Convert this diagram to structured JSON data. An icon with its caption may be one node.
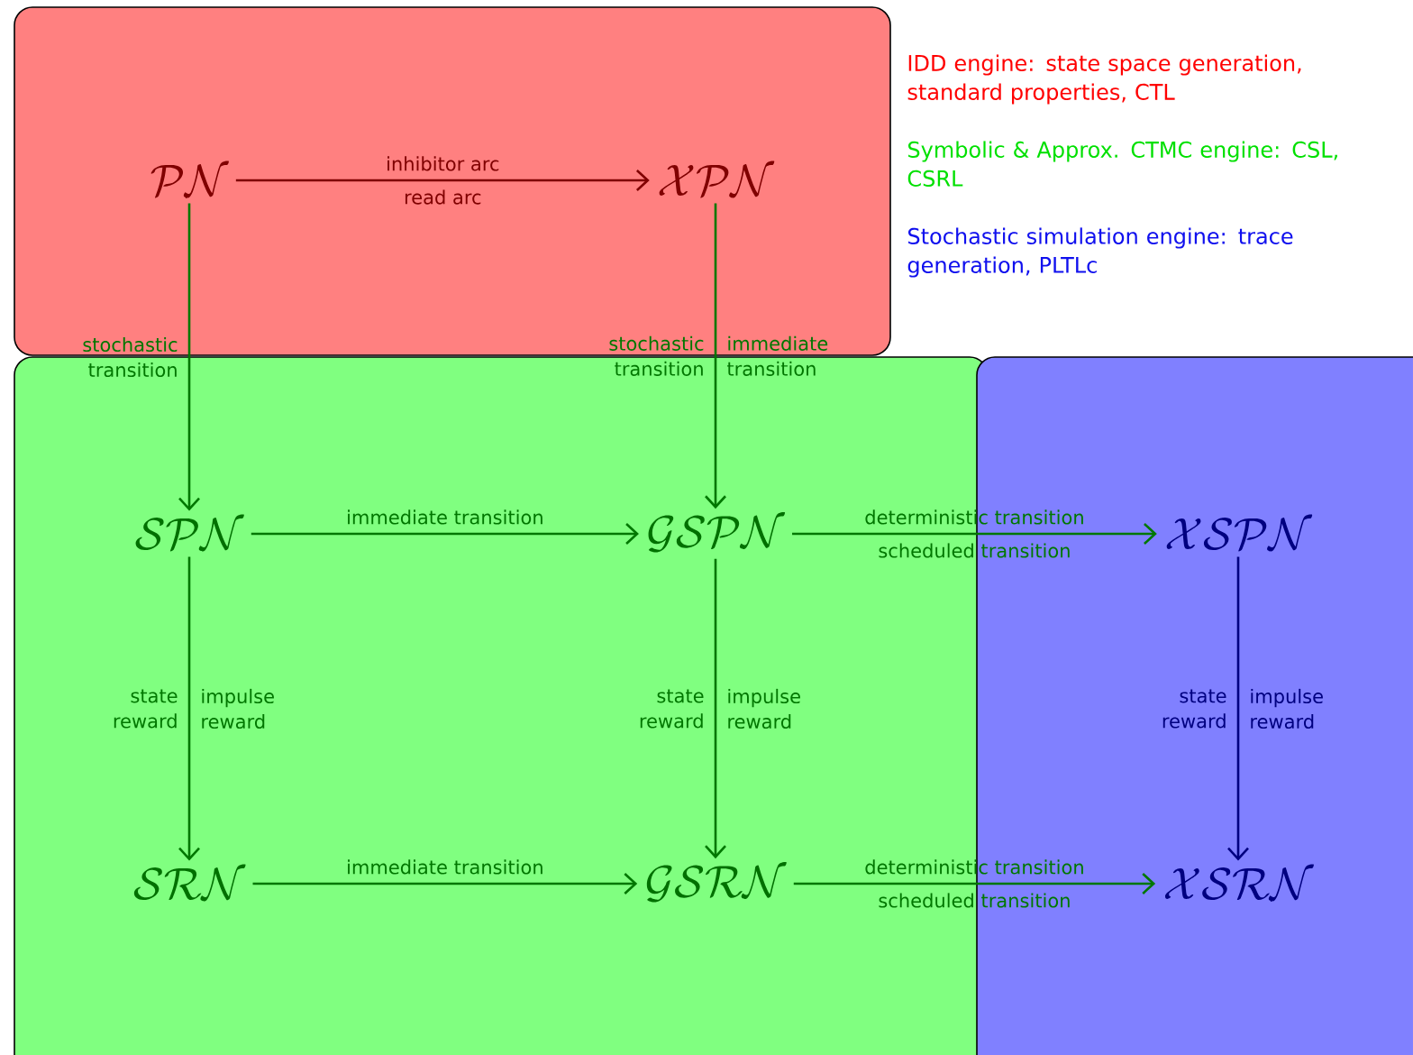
{
  "diagram": {
    "nodes": [
      {
        "text": [],
        "shape": "box"
      },
      {
        "text": [],
        "shape": "box"
      },
      {
        "text": [],
        "shape": "box"
      },
      {
        "text": [
          "\\mathcal{PN}"
        ],
        "in": 0
      },
      {
        "text": [
          "\\mathcal{XPN}"
        ],
        "in": 0
      },
      {
        "text": [
          "\\mathcal{SPN}"
        ],
        "in": 1
      },
      {
        "text": [
          "\\mathcal{GSPN}"
        ],
        "in": 1
      },
      {
        "text": [
          "\\mathcal{XSPN}"
        ],
        "in": 2
      },
      {
        "text": [
          "\\mathcal{SRN}"
        ],
        "in": 1
      },
      {
        "text": [
          "\\mathcal{GSRN}"
        ],
        "in": 1
      },
      {
        "text": [
          "\\mathcal{XSRN}"
        ],
        "in": 2
      }
    ],
    "edges": [
      {
        "from": 3,
        "to": 4,
        "arrow": "to",
        "label": "inhibitor arc",
        "color": "#800000"
      },
      {
        "from": 3,
        "to": 5,
        "arrow": "to",
        "label": "stochastic transition"
      },
      {
        "from": 4,
        "to": 6,
        "arrow": "to",
        "label": "stochastic transition"
      },
      {
        "from": 5,
        "to": 6,
        "arrow": "to",
        "label": "immediate transition"
      },
      {
        "from": 6,
        "to": 7,
        "arrow": "to",
        "label": "deterministic transition"
      },
      {
        "from": 5,
        "to": 8,
        "arrow": "to",
        "label": "state reward"
      },
      {
        "from": 6,
        "to": 9,
        "arrow": "to",
        "label": "state reward"
      },
      {
        "from": 7,
        "to": 10,
        "arrow": "to",
        "label": "state reward",
        "color": "#000080"
      },
      {
        "from": 8,
        "to": 9,
        "arrow": "to",
        "label": "immediate transition"
      },
      {
        "from": 9,
        "to": 10,
        "arrow": "to",
        "label": "deterministic transition"
      }
    ],
    "labels": [
      "read arc",
      "immediate transition",
      "scheduled transition",
      "impulse reward",
      "impulse reward",
      "impulse reward",
      "scheduled transition"
    ],
    "legend": [
      {
        "text": "IDD engine: state space generation, standard properties, CTL",
        "color": "#ff0000"
      },
      {
        "text": "Symbolic & Approx. CTMC engine: CSL, CSRL",
        "color": "#00e000"
      },
      {
        "text": "Stochastic simulation engine: trace generation, PLTLc",
        "color": "#1010ee"
      }
    ]
  }
}
